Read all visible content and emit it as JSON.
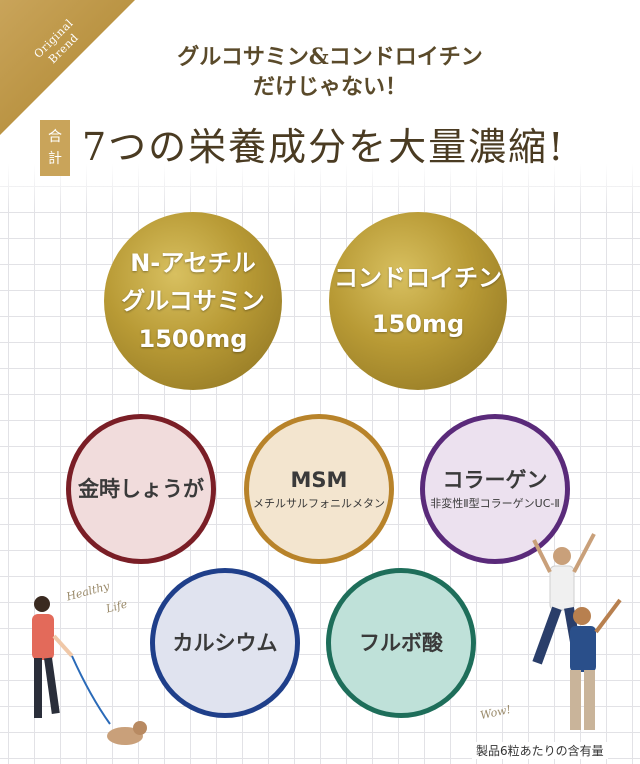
{
  "corner_badge": {
    "line1": "Original",
    "line2": "Brend"
  },
  "headline": {
    "line1": "グルコサミン&コンドロイチン",
    "line2": "だけじゃない！",
    "tag_line1": "合",
    "tag_line2": "計",
    "main": "7つの栄養成分を大量濃縮!"
  },
  "ingredients": [
    {
      "line1": "N-アセチル",
      "line2": "グルコサミン",
      "amount": "1500mg"
    },
    {
      "line1": "コンドロイチン",
      "amount": "150mg"
    },
    {
      "name": "金時しょうが"
    },
    {
      "name": "MSM",
      "sub": "メチルサルフォニルメタン"
    },
    {
      "name": "コラーゲン",
      "sub": "非変性Ⅱ型コラーゲンUC-Ⅱ"
    },
    {
      "name": "カルシウム"
    },
    {
      "name": "フルボ酸"
    }
  ],
  "decorations": {
    "healthy": "Healthy",
    "life": "Life",
    "wow": "Wow!"
  },
  "footnote": "製品6粒あたりの含有量",
  "colors": {
    "gold": "#b89a35",
    "kintoki_border": "#7a1e26",
    "msm_border": "#b8832a",
    "collagen_border": "#5a2a7a",
    "calcium_border": "#1f3f8a",
    "fulvic_border": "#1e6e5a"
  }
}
